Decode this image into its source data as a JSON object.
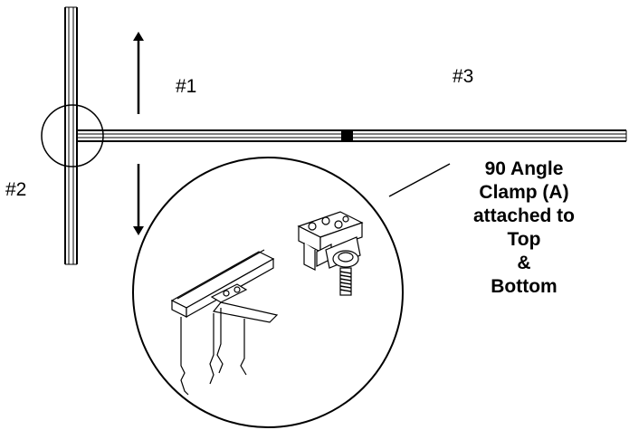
{
  "labels": {
    "one": "#1",
    "two": "#2",
    "three": "#3"
  },
  "callout": {
    "lines": [
      "90  Angle",
      "Clamp (A)",
      "attached to",
      "Top",
      "&",
      "Bottom"
    ]
  },
  "colors": {
    "line": "#000000",
    "background": "#ffffff"
  }
}
